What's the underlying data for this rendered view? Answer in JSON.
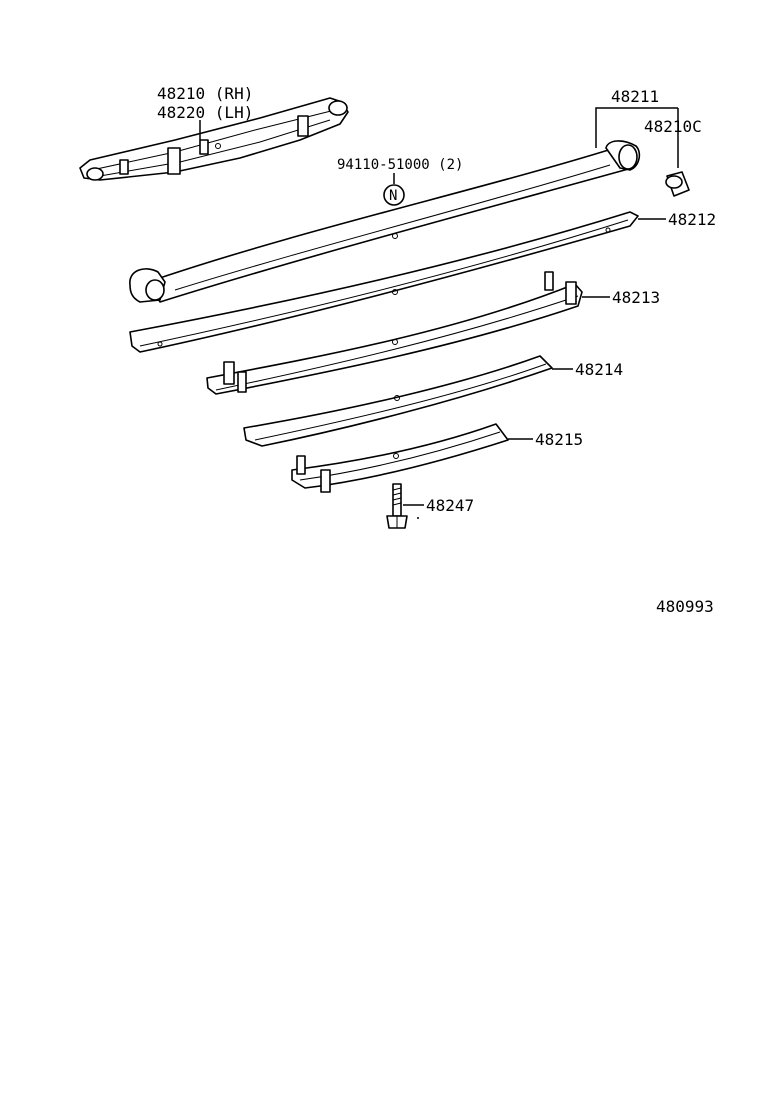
{
  "labels": {
    "assembly_rh": "48210 (RH)",
    "assembly_lh": "48220 (LH)",
    "bolt_callout": "94110-51000 (2)",
    "bolt_symbol": "N",
    "leaf_main": "48211",
    "bushing": "48210C",
    "leaf_2": "48212",
    "leaf_3": "48213",
    "leaf_4": "48214",
    "leaf_5": "48215",
    "center_bolt": "48247",
    "diagram_id": "480993"
  }
}
